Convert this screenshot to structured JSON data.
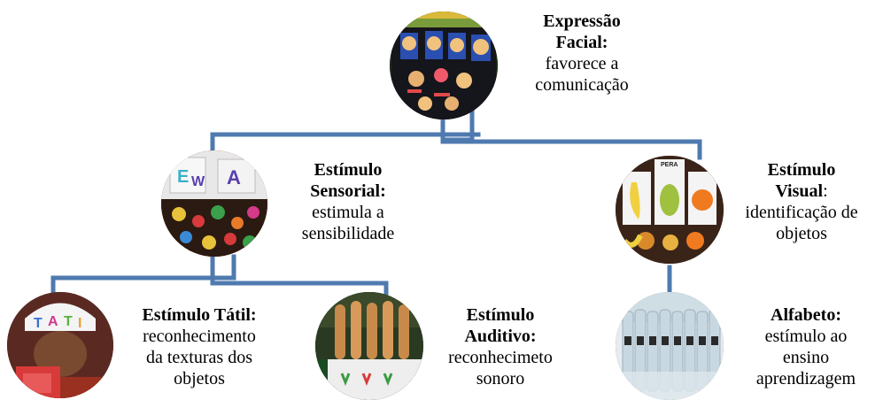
{
  "nodes": {
    "expressao": {
      "title_line1": "Expressão",
      "title_line2": "Facial:",
      "desc_line1": "favorece a",
      "desc_line2": "comunicação"
    },
    "sensorial": {
      "title_line1": "Estímulo",
      "title_line2": "Sensorial:",
      "desc_line1": "estimula a",
      "desc_line2": "sensibilidade"
    },
    "visual": {
      "title_line1": "Estímulo",
      "title_line2": "Visual",
      "title_suffix": ":",
      "desc_line1": "identificação de",
      "desc_line2": "objetos",
      "photo_text": "PERA"
    },
    "tatil": {
      "title_line1": "Estímulo Tátil:",
      "desc_line1": "reconhecimento",
      "desc_line2": "da texturas dos",
      "desc_line3": "objetos"
    },
    "auditivo": {
      "title_line1": "Estímulo",
      "title_line2": "Auditivo:",
      "desc_line1": "reconhecimeto",
      "desc_line2": "sonoro"
    },
    "alfabeto": {
      "title_line1": "Alfabeto:",
      "desc_line1": "estímulo ao",
      "desc_line2": "ensino",
      "desc_line3": "aprendizagem"
    }
  },
  "colors": {
    "connector": "#4f7aaf"
  }
}
